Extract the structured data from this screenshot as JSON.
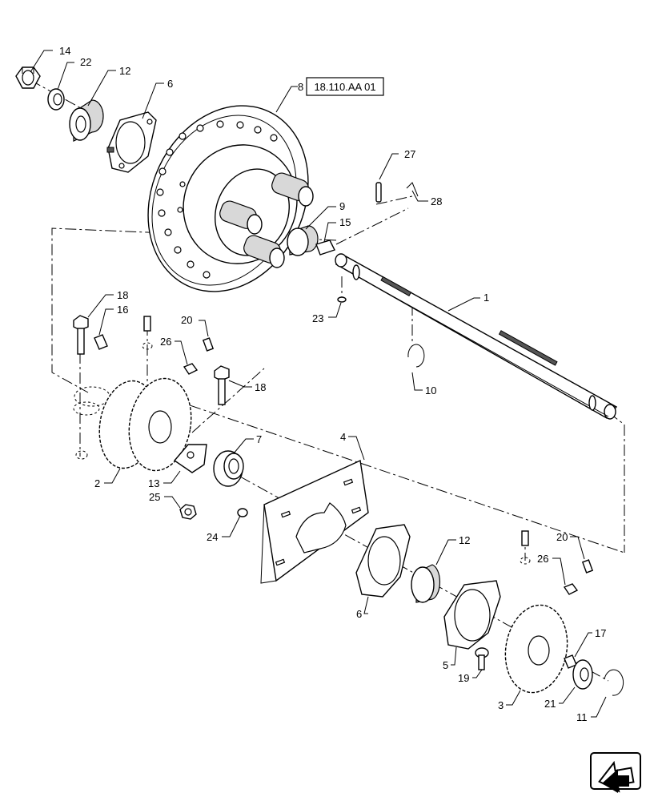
{
  "reference_box": {
    "text": "18.110.AA 01"
  },
  "callouts": [
    {
      "id": "14",
      "label": "14"
    },
    {
      "id": "22",
      "label": "22"
    },
    {
      "id": "12a",
      "label": "12"
    },
    {
      "id": "6a",
      "label": "6"
    },
    {
      "id": "8",
      "label": "8"
    },
    {
      "id": "27",
      "label": "27"
    },
    {
      "id": "28",
      "label": "28"
    },
    {
      "id": "9",
      "label": "9"
    },
    {
      "id": "15",
      "label": "15"
    },
    {
      "id": "1",
      "label": "1"
    },
    {
      "id": "23",
      "label": "23"
    },
    {
      "id": "18a",
      "label": "18"
    },
    {
      "id": "16",
      "label": "16"
    },
    {
      "id": "20a",
      "label": "20"
    },
    {
      "id": "26a",
      "label": "26"
    },
    {
      "id": "10",
      "label": "10"
    },
    {
      "id": "18b",
      "label": "18"
    },
    {
      "id": "4",
      "label": "4"
    },
    {
      "id": "7",
      "label": "7"
    },
    {
      "id": "2",
      "label": "2"
    },
    {
      "id": "13",
      "label": "13"
    },
    {
      "id": "25",
      "label": "25"
    },
    {
      "id": "24",
      "label": "24"
    },
    {
      "id": "12b",
      "label": "12"
    },
    {
      "id": "20b",
      "label": "20"
    },
    {
      "id": "26b",
      "label": "26"
    },
    {
      "id": "6b",
      "label": "6"
    },
    {
      "id": "17",
      "label": "17"
    },
    {
      "id": "5",
      "label": "5"
    },
    {
      "id": "19",
      "label": "19"
    },
    {
      "id": "3",
      "label": "3"
    },
    {
      "id": "21",
      "label": "21"
    },
    {
      "id": "11",
      "label": "11"
    }
  ],
  "nav": {
    "icon": "next-page-arrow-icon"
  }
}
